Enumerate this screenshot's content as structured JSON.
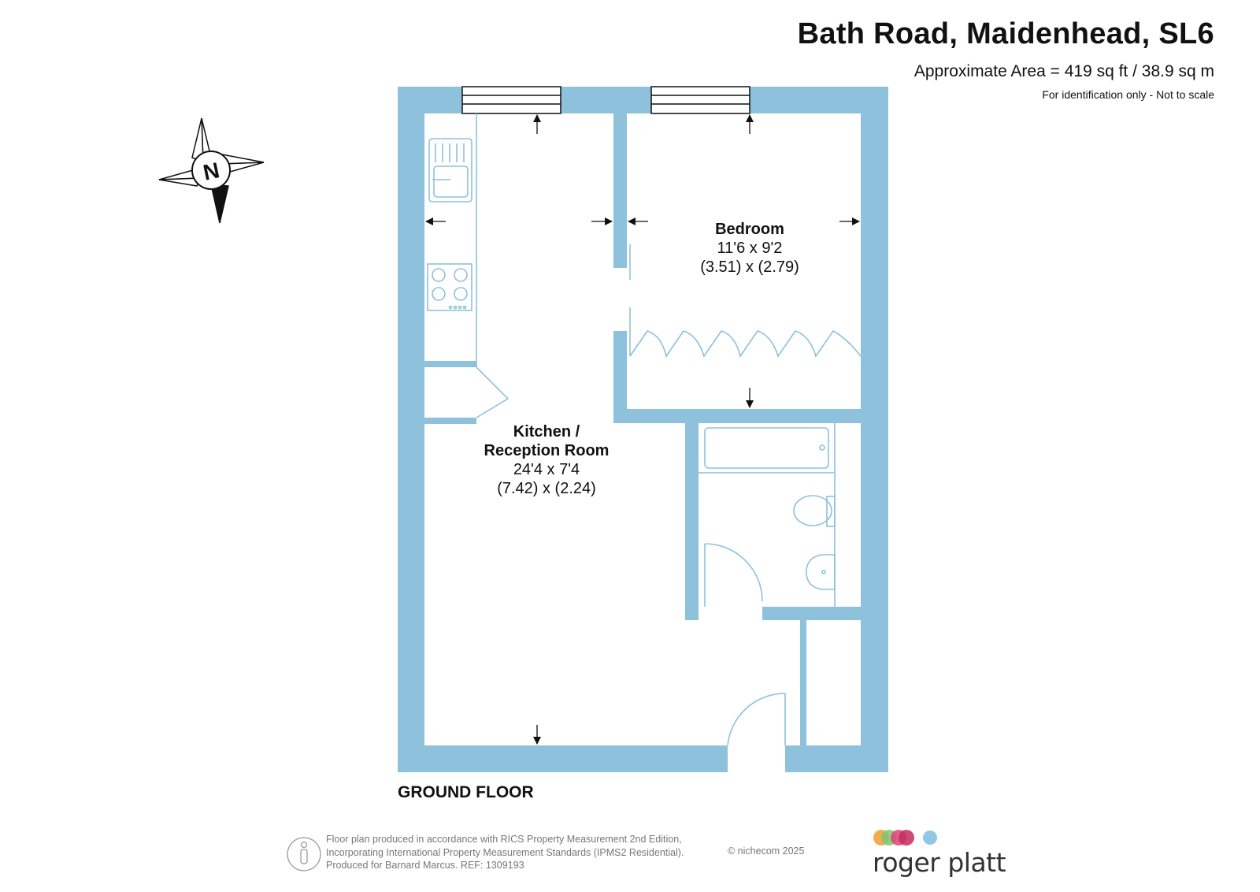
{
  "header": {
    "title": "Bath Road, Maidenhead, SL6",
    "area": "Approximate Area = 419 sq ft / 38.9 sq m",
    "disclaimer": "For identification only - Not to scale"
  },
  "compass": {
    "label": "N"
  },
  "rooms": {
    "bedroom": {
      "name": "Bedroom",
      "imperial": "11'6 x 9'2",
      "metric": "(3.51) x (2.79)"
    },
    "kitchen": {
      "name_line1": "Kitchen /",
      "name_line2": "Reception Room",
      "imperial": "24'4 x 7'4",
      "metric": "(7.42) x (2.24)"
    }
  },
  "floor_label": "GROUND FLOOR",
  "footer": {
    "line1": "Floor plan produced in accordance with RICS Property Measurement 2nd Edition,",
    "line2": "Incorporating International Property Measurement Standards (IPMS2 Residential).",
    "line3": "Produced for Barnard Marcus.   REF:  1309193",
    "copyright": "© nichecom 2025"
  },
  "logo": {
    "text": "roger platt",
    "dot_colors": [
      "#f4a23a",
      "#7cc576",
      "#e0407a",
      "#c42d5d",
      "#8fc8e4"
    ]
  },
  "colors": {
    "wall": "#8ec1dc",
    "fixture": "#8ec1dc",
    "text": "#111111",
    "footer_text": "#777777"
  }
}
